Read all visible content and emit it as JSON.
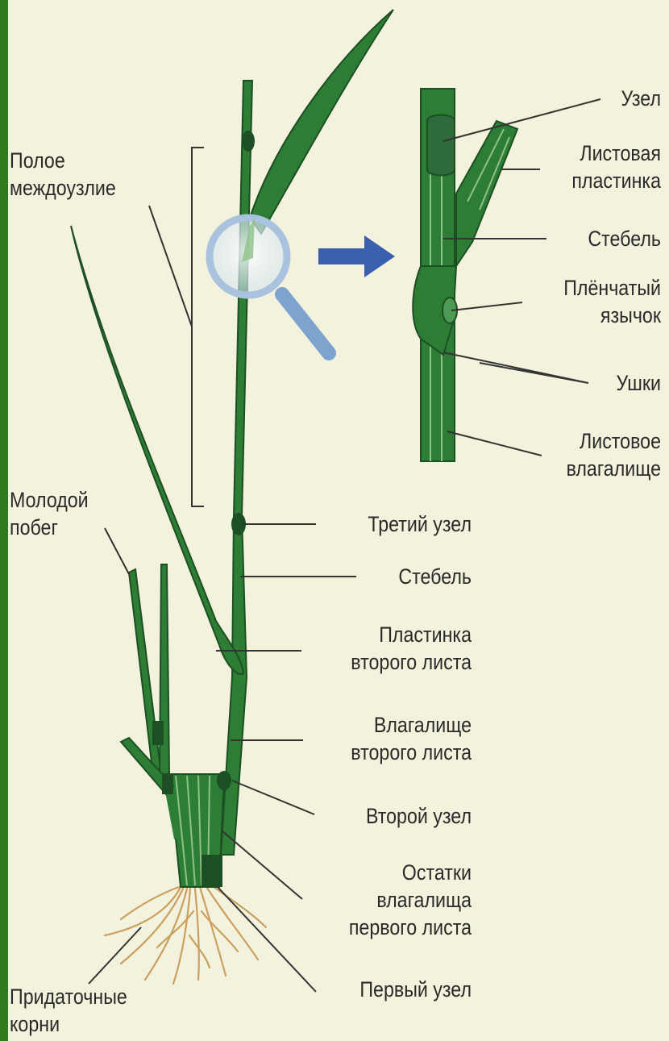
{
  "diagram": {
    "labels": {
      "node": "Узел",
      "leaf_blade": "Листовая\nпластинка",
      "stem_detail": "Стебель",
      "ligule": "Плёнчатый\nязычок",
      "auricles": "Ушки",
      "leaf_sheath": "Листовое\nвлагалище",
      "hollow_internode": "Полое\nмеждоузлие",
      "young_shoot": "Молодой\nпобег",
      "third_node": "Третий узел",
      "stem": "Стебель",
      "second_leaf_blade": "Пластинка\nвторого листа",
      "second_leaf_sheath": "Влагалище\nвторого листа",
      "second_node": "Второй узел",
      "first_leaf_sheath_remains": "Остатки\nвлагалища\nпервого листа",
      "first_node": "Первый узел",
      "adventitious_roots": "Придаточные\nкорни"
    },
    "colors": {
      "background": "#f3f2dd",
      "frame": "#2f7a1f",
      "plant_green": "#2e7d35",
      "plant_dark": "#1c4f24",
      "roots": "#c9a060",
      "arrow": "#3a5fae",
      "magnifier": "#7fa3cf"
    }
  }
}
